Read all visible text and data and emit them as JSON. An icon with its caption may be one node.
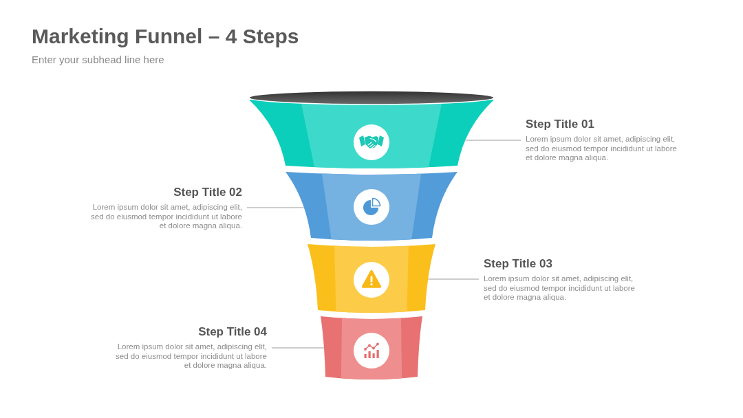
{
  "diagram": {
    "title": "Marketing Funnel – 4 Steps",
    "nodes": [
      {
        "text": [],
        "shape": "ellipse"
      },
      {
        "text": [],
        "shape": "band"
      },
      {
        "text": [],
        "shape": "band"
      },
      {
        "text": [],
        "shape": "band"
      },
      {
        "text": [],
        "shape": "band"
      },
      {
        "text": [
          "Step Title 01",
          "Lorem ipsum dolor sit amet, adipiscing elit, sed do eiusmod tempor incididunt ut labore et dolore magna aliqua."
        ]
      },
      {
        "text": [
          "Step Title 02",
          "Lorem ipsum dolor sit amet, adipiscing elit, sed do eiusmod tempor incididunt ut labore et dolore magna aliqua."
        ]
      },
      {
        "text": [
          "Step Title 03",
          "Lorem ipsum dolor sit amet, adipiscing elit, sed do eiusmod tempor incididunt ut labore et dolore magna aliqua."
        ]
      },
      {
        "text": [
          "Step Title 04",
          "Lorem ipsum dolor sit amet, adipiscing elit, sed do eiusmod tempor incididunt ut labore et dolore magna aliqua."
        ]
      }
    ],
    "edges": [
      {
        "from": 5,
        "to": 1,
        "arrow": "none"
      },
      {
        "from": 6,
        "to": 2,
        "arrow": "none"
      },
      {
        "from": 7,
        "to": 3,
        "arrow": "none"
      },
      {
        "from": 8,
        "to": 4,
        "arrow": "none"
      }
    ],
    "labels": [
      "Enter your subhead line here"
    ]
  }
}
